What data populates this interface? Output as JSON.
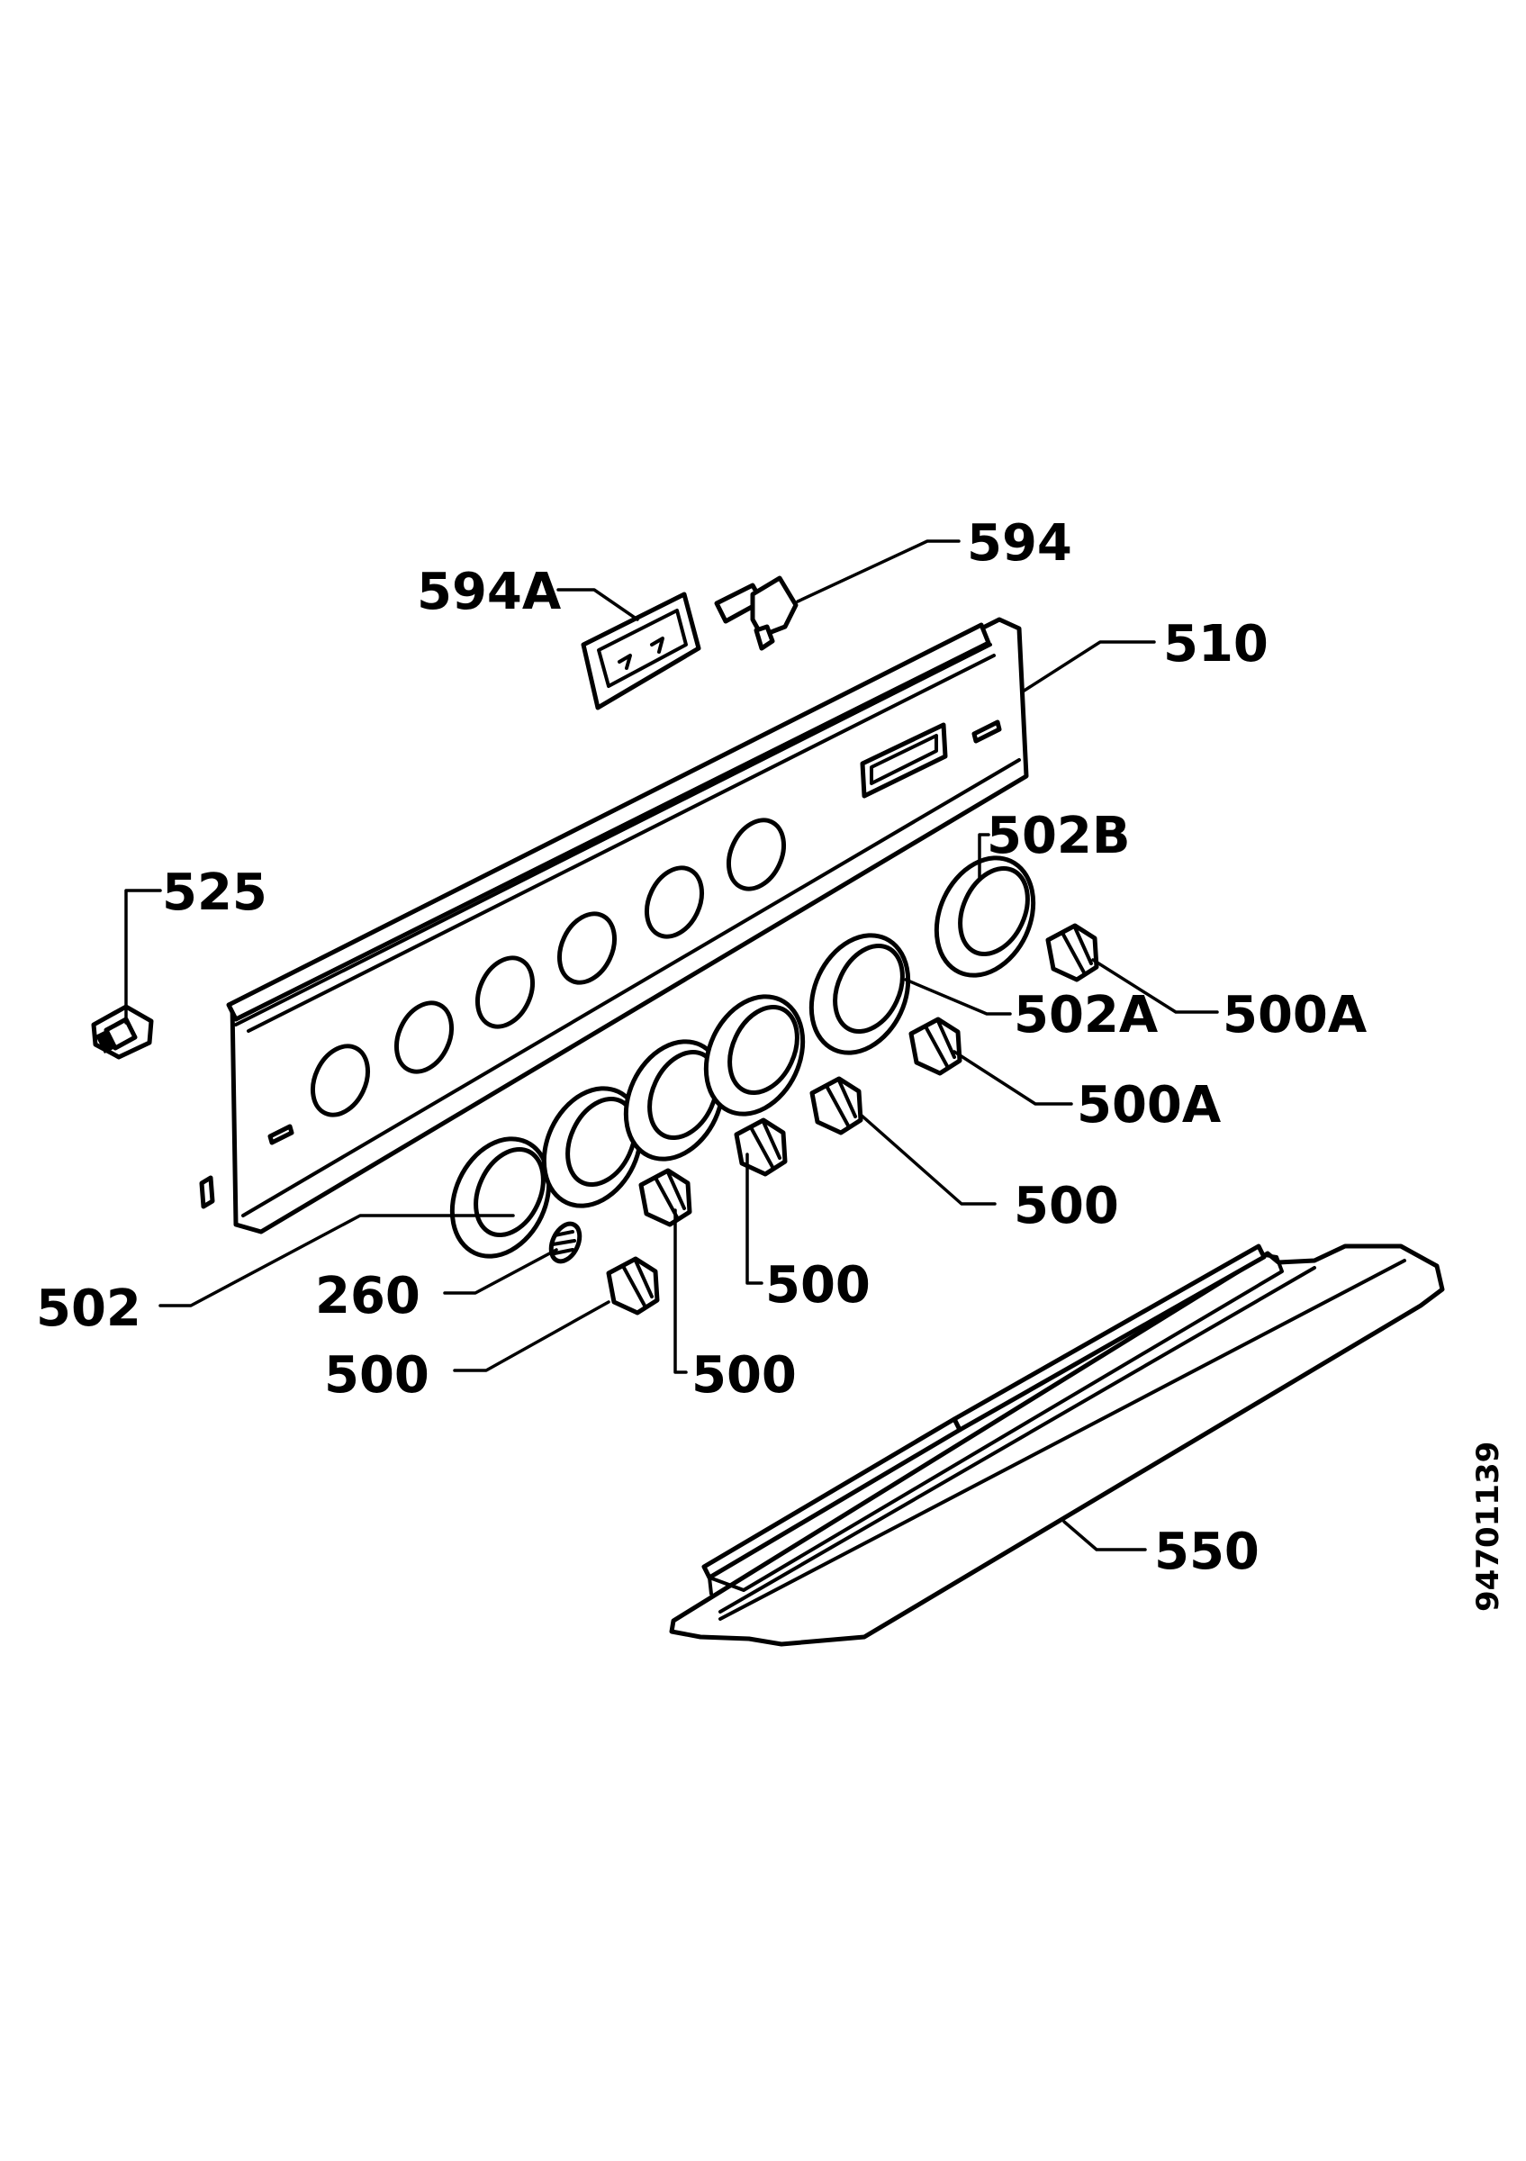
{
  "labels": {
    "p594a": "594A",
    "p594": "594",
    "p510": "510",
    "p525": "525",
    "p502b": "502B",
    "p502a": "502A",
    "p500a_1": "500A",
    "p500a_2": "500A",
    "p500_1": "500",
    "p500_2": "500",
    "p500_3": "500",
    "p500_4": "500",
    "p502": "502",
    "p260": "260",
    "p550": "550"
  },
  "document_number": "94701139"
}
